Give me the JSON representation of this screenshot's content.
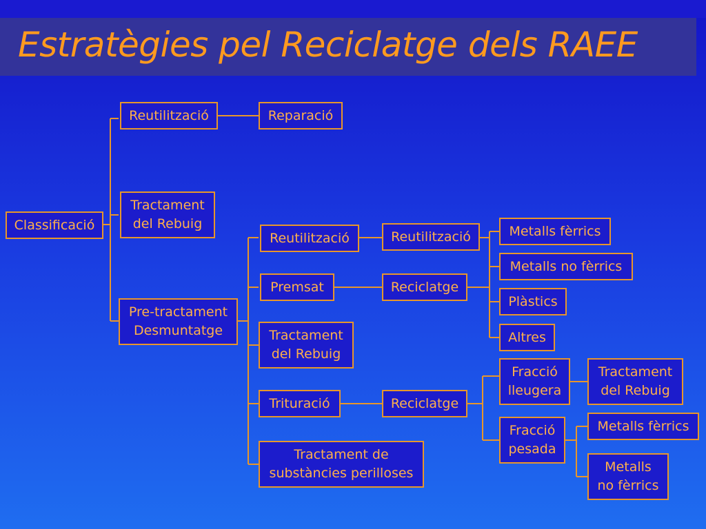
{
  "title": "Estratègies pel Reciclatge dels RAEE",
  "nodes": {
    "classificacio": "Classificació",
    "reutilitzacio_top": "Reutilització",
    "reparacio": "Reparació",
    "tractament_rebuig_1": "Tractament\ndel Rebuig",
    "pretractament": "Pre-tractament\nDesmuntatge",
    "reutilitzacio_mid": "Reutilització",
    "reutilitzacio_right": "Reutilització",
    "premsat": "Premsat",
    "reciclatge_1": "Reciclatge",
    "tractament_rebuig_2": "Tractament\ndel Rebuig",
    "trituracio": "Trituració",
    "reciclatge_2": "Reciclatge",
    "substancies": "Tractament de\nsubstàncies perilloses",
    "metalls_ferrics_1": "Metalls fèrrics",
    "metalls_no_ferrics_1": "Metalls no fèrrics",
    "plastics": "Plàstics",
    "altres": "Altres",
    "fraccio_lleugera": "Fracció\nlleugera",
    "fraccio_pesada": "Fracció\npesada",
    "tractament_rebuig_3": "Tractament\ndel Rebuig",
    "metalls_ferrics_2": "Metalls fèrrics",
    "metalls_no_ferrics_2": "Metalls\nno fèrrics"
  }
}
